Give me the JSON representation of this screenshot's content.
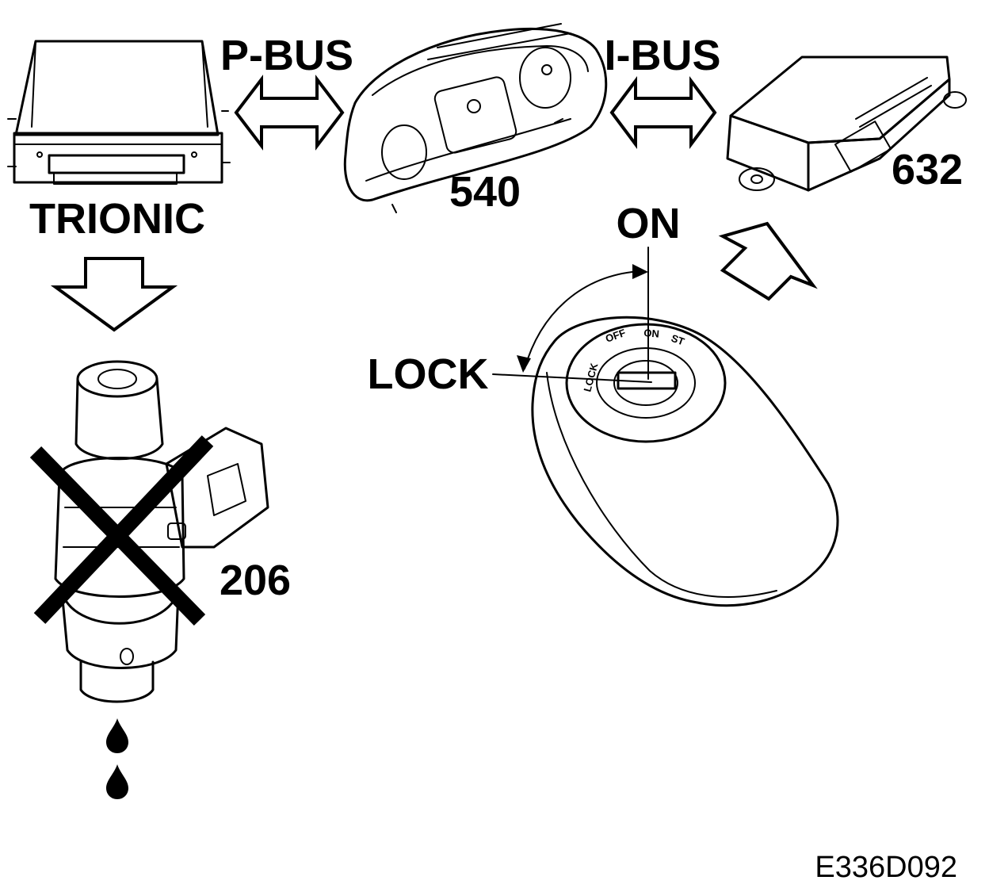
{
  "labels": {
    "trionic": "TRIONIC",
    "p_bus": "P-BUS",
    "i_bus": "I-BUS",
    "instrument_cluster": "540",
    "module_632": "632",
    "injector": "206",
    "on": "ON",
    "lock": "LOCK"
  },
  "ignition_positions": [
    "LOCK",
    "OFF",
    "ON",
    "ST"
  ],
  "figure_code": "E336D092",
  "colors": {
    "ink": "#000000",
    "paper": "#ffffff"
  }
}
